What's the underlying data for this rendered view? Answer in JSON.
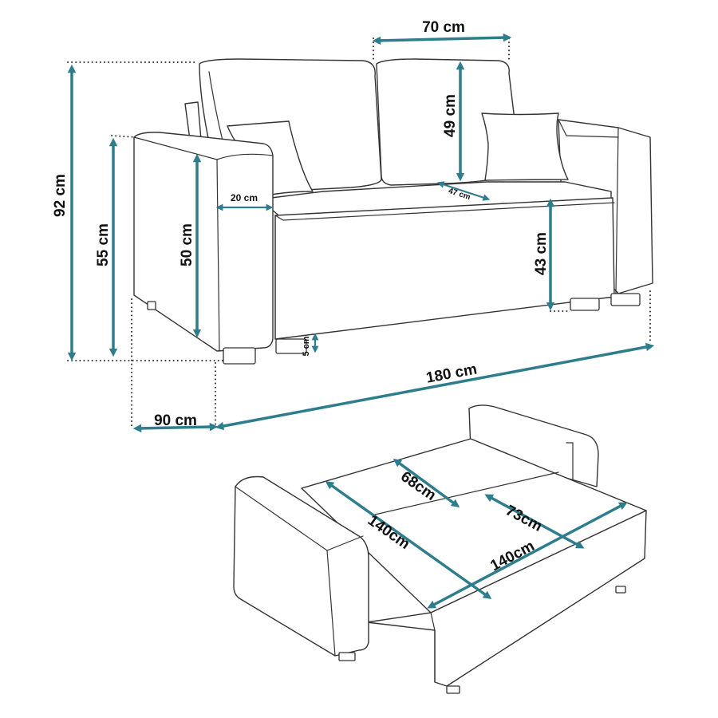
{
  "colors": {
    "dimension": "#2e7d8c",
    "outline": "#333333",
    "background": "#ffffff"
  },
  "labels": {
    "backrest_cushion_width": "70 cm",
    "total_height": "92 cm",
    "backrest_cushion_height": "49 cm",
    "armrest_height": "55 cm",
    "armrest_front_height": "50 cm",
    "armrest_width": "20 cm",
    "seat_depth": "47 cm",
    "seat_height": "43 cm",
    "leg_height": "5 cm",
    "total_width": "180 cm",
    "total_depth": "90 cm",
    "bed_width_back": "140cm",
    "bed_width_front": "140cm",
    "bed_depth_back": "68cm",
    "bed_depth_front": "73cm"
  }
}
